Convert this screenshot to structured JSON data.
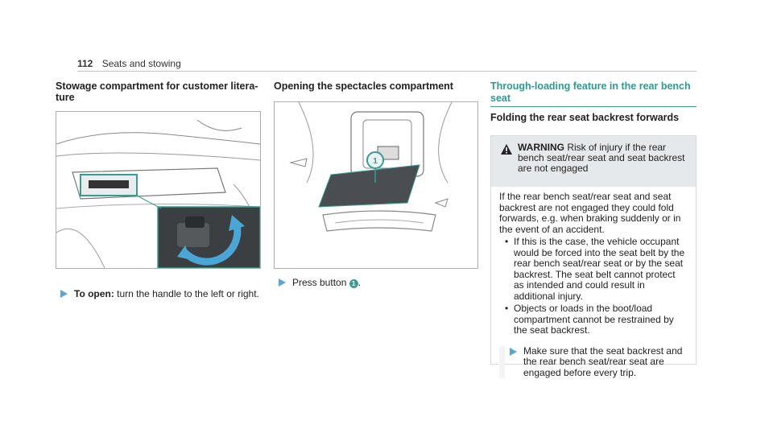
{
  "header": {
    "page_number": "112",
    "section": "Seats and stowing"
  },
  "col1": {
    "heading": "Stowage compartment for customer litera-\nture",
    "action_label": "To open:",
    "action_text": "turn the handle to the left or right."
  },
  "col2": {
    "heading": "Opening the spectacles compartment",
    "action_text": "Press button",
    "badge": "1",
    "action_end": "."
  },
  "col3": {
    "title": "Through-loading feature in the rear bench seat",
    "subheading": "Folding the rear seat backrest forwards",
    "warning": {
      "label": "WARNING",
      "title_text": "Risk of injury if the rear bench seat/rear seat and seat backrest are not engaged",
      "intro": "If the rear bench seat/rear seat and seat backrest are not engaged they could fold forwards, e.g. when braking suddenly or in the event of an accident.",
      "bullets": [
        "If this is the case, the vehicle occupant would be forced into the seat belt by the rear bench seat/rear seat or by the seat backrest. The seat belt cannot protect as intended and could result in additional injury.",
        "Objects or loads in the boot/load compartment cannot be restrained by the seat backrest."
      ],
      "action": "Make sure that the seat backrest and the rear bench seat/rear seat are engaged before every trip."
    }
  },
  "colors": {
    "accent": "#3a9b8e",
    "arrow": "#5aa6d6",
    "warning_bg": "#e6e9ec"
  }
}
